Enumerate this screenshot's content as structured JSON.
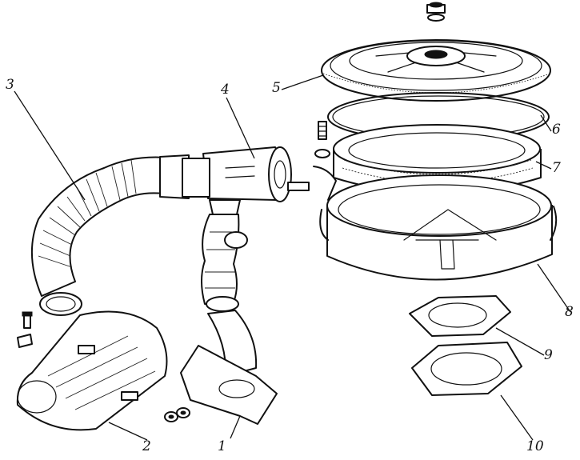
{
  "colors": {
    "ink": "#111111",
    "paper": "#ffffff"
  },
  "callouts": [
    {
      "id": "1",
      "text": "1",
      "part": "carburetor-adapter-flange"
    },
    {
      "id": "2",
      "text": "2",
      "part": "flat-intake-duct"
    },
    {
      "id": "3",
      "text": "3",
      "part": "corrugated-intake-hose"
    },
    {
      "id": "4",
      "text": "4",
      "part": "intake-valve-body"
    },
    {
      "id": "5",
      "text": "5",
      "part": "air-filter-cover"
    },
    {
      "id": "6",
      "text": "6",
      "part": "cover-seal-ring"
    },
    {
      "id": "7",
      "text": "7",
      "part": "filter-element"
    },
    {
      "id": "8",
      "text": "8",
      "part": "filter-housing"
    },
    {
      "id": "9",
      "text": "9",
      "part": "housing-gasket"
    },
    {
      "id": "10",
      "text": "10",
      "part": "spacer-plate"
    }
  ]
}
